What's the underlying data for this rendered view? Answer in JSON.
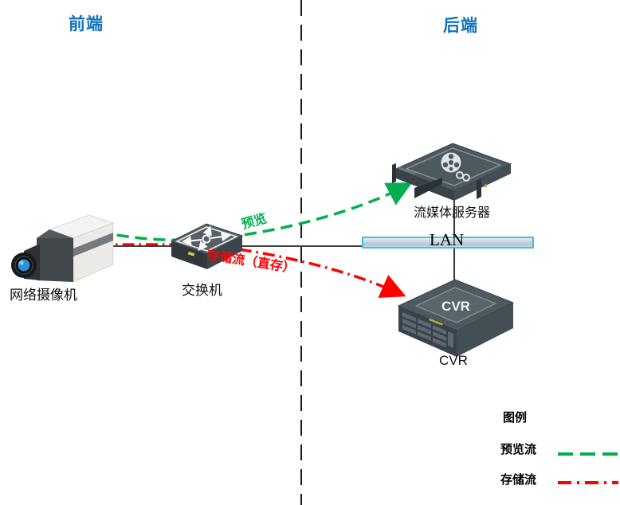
{
  "zones": {
    "front": "前端",
    "back": "后端"
  },
  "devices": {
    "camera": {
      "label": "网络摄像机"
    },
    "switch": {
      "label": "交换机"
    },
    "media_server": {
      "label": "流媒体服务器"
    },
    "lan": {
      "label": "LAN"
    },
    "cvr": {
      "label": "CVR",
      "panel_text": "CVR"
    }
  },
  "flows": {
    "preview": {
      "label": "预览",
      "color": "#00B050",
      "style": "dashed"
    },
    "storage": {
      "label": "存储流（直存）",
      "color": "#FF0000",
      "style": "dash-dot"
    }
  },
  "legend": {
    "title": "图例",
    "items": [
      {
        "label": "预览流",
        "color": "#00B050",
        "style": "dashed"
      },
      {
        "label": "存储流",
        "color": "#FF0000",
        "style": "dash-dot"
      }
    ]
  },
  "colors": {
    "zone_title": "#1371BD",
    "preview_flow": "#00B050",
    "storage_flow": "#FF0000",
    "lan_border": "#46BEDD",
    "device_body": "#4D585F",
    "divider": "#1A1A1A"
  }
}
